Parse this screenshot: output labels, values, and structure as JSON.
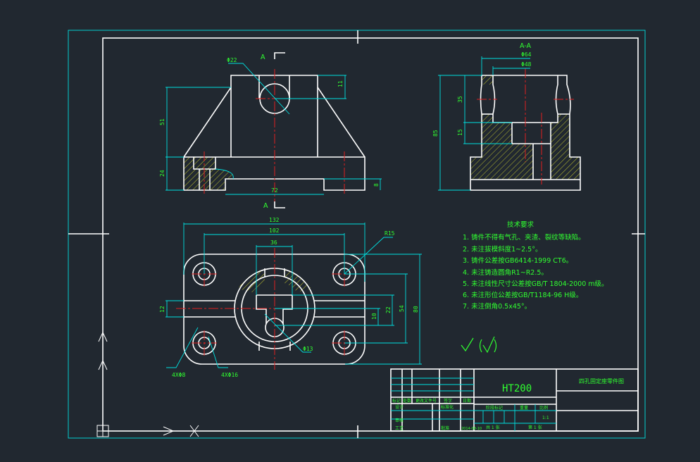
{
  "sheet": {
    "frame_color": "#00e0e0",
    "line_color": "#ffffff",
    "text_color": "#30ff30",
    "centerline_color": "#e02020",
    "background": "#212830"
  },
  "front_view": {
    "section_mark_top": "A",
    "section_mark_bottom": "A",
    "dims": {
      "hole_dia": "Φ22",
      "hole_height": "11",
      "upper_height": "51",
      "base_height": "24",
      "slot_width": "72",
      "slot_depth": "8"
    }
  },
  "section_view": {
    "title": "A-A",
    "dims": {
      "outer_dia": "Φ64",
      "inner_dia": "Φ48",
      "bore_depth": "35",
      "counterbore_depth": "15",
      "total_height": "85"
    }
  },
  "plan_view": {
    "dims": {
      "overall_width": "132",
      "hole_spacing": "102",
      "key_width": "36",
      "slot_width": "12",
      "corner_radius": "R15",
      "small_hole": "Φ13",
      "offset_a": "10",
      "offset_b": "22",
      "hole_spacing_v": "54",
      "overall_depth": "80",
      "holes_a": "4XΦ8",
      "holes_b": "4XΦ16"
    }
  },
  "technical_requirements": {
    "title": "技术要求",
    "items": [
      "1. 铸件不得有气孔、夹渣、裂纹等缺陷。",
      "2. 未注拔模斜度1~2.5°。",
      "3. 铸件公差按GB6414-1999 CT6。",
      "4. 未注铸造圆角R1~R2.5。",
      "5. 未注线性尺寸公差按GB/T 1804-2000 m级。",
      "6. 未注形位公差按GB/T1184-96 H级。",
      "7. 未注倒角0.5x45°。"
    ]
  },
  "title_block": {
    "material": "HT200",
    "drawing_title": "四孔固定座零件图",
    "labels": {
      "mark": "标记",
      "count": "处数",
      "change_doc": "更改文件号",
      "sign": "签字",
      "date": "日期",
      "design": "设计",
      "standard": "标准化",
      "review": "审核",
      "process": "工艺",
      "approve": "批准",
      "stage_mark": "阶段标记",
      "weight": "重量",
      "scale": "比例",
      "sheets_total": "共 1 张",
      "sheet_no": "第 1 张"
    },
    "scale_value": "1:1",
    "approve_date": "2014-08-10"
  }
}
